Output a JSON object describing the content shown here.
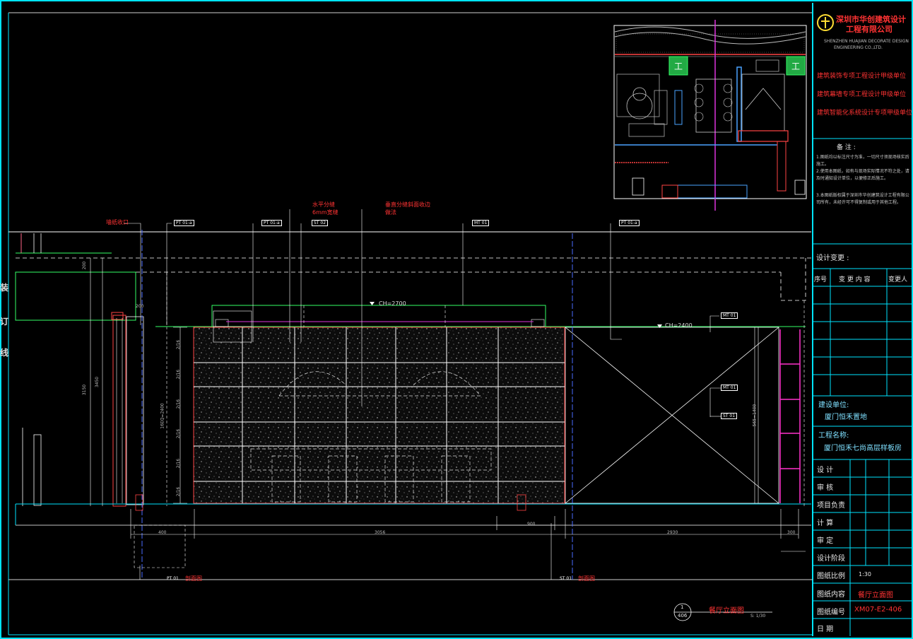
{
  "company": {
    "name_line1": "深圳市华创建筑设计",
    "name_line2": "工程有限公司",
    "name_en_line1": "SHENZHEN HUAJIAN DECORATE DESIGN",
    "name_en_line2": "ENGINEERING CO.,LTD.",
    "qualifications": [
      "建筑装饰专项工程设计甲级单位",
      "建筑幕墙专项工程设计甲级单位",
      "建筑智能化系统设计专项甲级单位"
    ]
  },
  "notes": {
    "title": "备 注 :",
    "items": [
      "1.图纸均以标注尺寸为准，一切尺寸须现场核实后施工。",
      "2.使用本图纸，如有与现场实际情况不符之处，请及时通知设计单位，以便修正后施工。",
      "3.本图纸版权属于深圳市华创建筑设计工程有限公司所有，未经许可不得复制或用于其他工程。"
    ]
  },
  "design_change": {
    "title": "设计变更 :",
    "col_no": "序号",
    "col_content": "变 更 内 容",
    "col_person": "变更人"
  },
  "client": {
    "label": "建设单位:",
    "value": "厦门恒禾置地"
  },
  "project": {
    "label": "工程名称:",
    "value": "厦门恒禾七尚高层样板房"
  },
  "roles": [
    "设  计",
    "审  核",
    "项目负责",
    "计  算",
    "审  定",
    "设计阶段"
  ],
  "scale_row": {
    "label": "图纸比例",
    "value": "1:30"
  },
  "content_row": {
    "label": "图纸内容",
    "value": "餐厅立面图"
  },
  "number_row": {
    "label": "图纸编号",
    "value": "XM07-E2-406"
  },
  "date_row": {
    "label": "日  期",
    "value": ""
  },
  "side_labels": [
    "装",
    "订",
    "线"
  ],
  "drawing": {
    "callouts": {
      "left": "墙纸收口",
      "mid1_line1": "水平分缝",
      "mid1_line2": "6mm宽缝",
      "mid2_line1": "垂直分缝斜面收边",
      "mid2_line2": "做法"
    },
    "tags": {
      "pt1": "PT 01-a",
      "pt2": "PT 01-a",
      "st1": "ST 02",
      "mt1": "MT 01",
      "pt3": "PT 01-a",
      "mt2": "MT 01",
      "mt3": "MT 01",
      "st2": "ST 01"
    },
    "ceiling_left": "CH=2700",
    "ceiling_right": "CH=2400",
    "dims_bottom": {
      "d1": "400",
      "d2": "3056",
      "d3": "2930",
      "d4": "300",
      "d5": "900"
    },
    "dims_left": {
      "h1": "200",
      "h2": "3150",
      "h3": "3450",
      "h4": "200"
    },
    "dims_stone": [
      "2/16",
      "2/16",
      "2/16",
      "2/16",
      "2/16",
      "2/16"
    ],
    "dim_stone_total": "16EQ=2400",
    "dim_right_total": "565=1400",
    "section_marks": {
      "left": "剖面图",
      "right": "剖面图",
      "left_tag": "PT 01",
      "right_tag": "ST 01"
    },
    "title": {
      "circle_top": "1",
      "circle_bottom": "406",
      "name": "餐厅立面图",
      "scale": "S: 1/30"
    }
  }
}
